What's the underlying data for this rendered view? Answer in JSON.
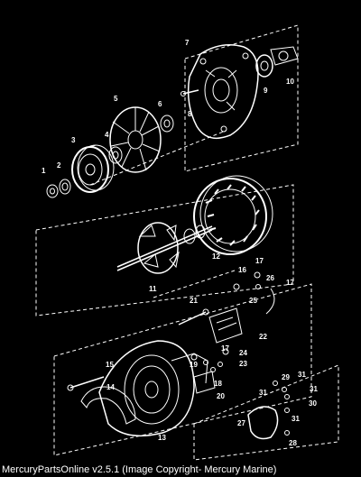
{
  "diagram": {
    "callouts": [
      "1",
      "2",
      "3",
      "4",
      "5",
      "6",
      "7",
      "8",
      "9",
      "10",
      "11",
      "12",
      "13",
      "14",
      "15",
      "16",
      "17",
      "17",
      "17",
      "18",
      "19",
      "20",
      "21",
      "22",
      "23",
      "24",
      "25",
      "26",
      "27",
      "28",
      "29",
      "30",
      "31",
      "31",
      "31",
      "31"
    ]
  },
  "footer": {
    "caption": "MercuryPartsOnline v2.5.1 (Image Copyright- Mercury Marine)"
  },
  "colors": {
    "background": "#000000",
    "linework": "#ffffff"
  }
}
